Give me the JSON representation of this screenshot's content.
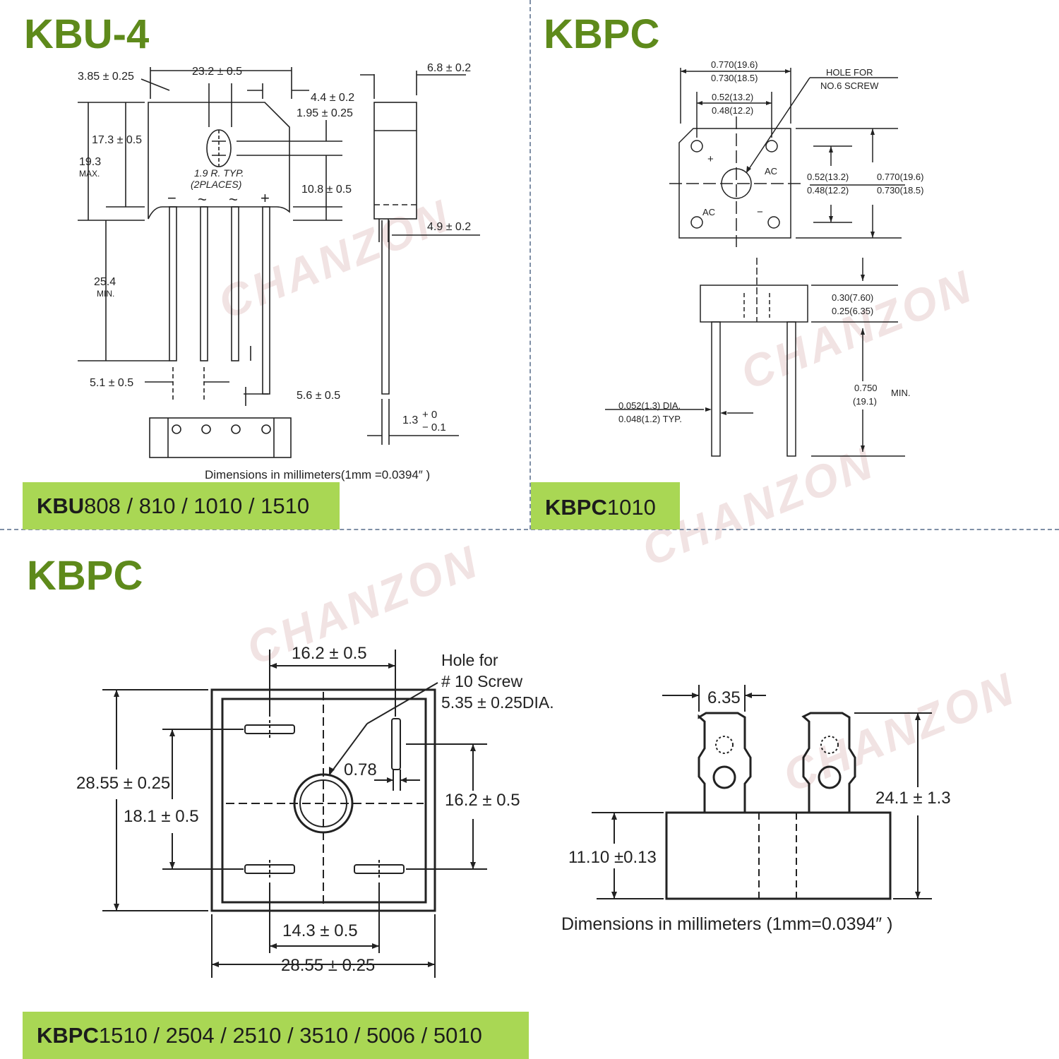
{
  "panels": {
    "kbu": {
      "title": "KBU-4",
      "banner_bold": "KBU",
      "banner_rest": "808 / 810 / 1010 / 1510",
      "dims": {
        "top_width": "23.2  ± 0.5",
        "left_offset": "3.85  ± 0.25",
        "hole_offset": "4.4  ± 0.2",
        "hole_pos": "1.95  ± 0.25",
        "height_17": "17.3  ± 0.5",
        "height_max_val": "19.3",
        "height_max_unit": "MAX.",
        "hole_radius": "1.9 R. TYP.",
        "hole_places": "(2PLACES)",
        "height_108": "10.8  ± 0.5",
        "thickness": "6.8  ± 0.2",
        "body_depth": "4.9  ± 0.2",
        "lead_len_val": "25.4",
        "lead_len_unit": "MIN.",
        "pitch": "5.1  ± 0.5",
        "pitch2": "5.6  ± 0.5",
        "lead_w": "1.3",
        "lead_w_plus": "+ 0",
        "lead_w_minus": "− 0.1",
        "pin_labels": [
          "−",
          "~",
          "~",
          "+"
        ],
        "note": "Dimensions in millimeters(1mm =0.0394″ )"
      }
    },
    "kbpc_small": {
      "title": "KBPC",
      "banner_bold": "KBPC",
      "banner_rest": "1010",
      "dims": {
        "w1_top": "0.770(19.6)",
        "w1_bot": "0.730(18.5)",
        "w2_top": "0.52(13.2)",
        "w2_bot": "0.48(12.2)",
        "hole1": "HOLE FOR",
        "hole2": "NO.6 SCREW",
        "h1_top": "0.52(13.2)",
        "h1_bot": "0.48(12.2)",
        "h2_top": "0.770(19.6)",
        "h2_bot": "0.730(18.5)",
        "plus": "+",
        "minus": "−",
        "ac1": "AC",
        "ac2": "AC",
        "t_top": "0.30(7.60)",
        "t_bot": "0.25(6.35)",
        "lead_top": "0.750",
        "lead_bot": "(19.1)",
        "lead_min": "MIN.",
        "dia_top": "0.052(1.3) DIA.",
        "dia_bot": "0.048(1.2) TYP."
      }
    },
    "kbpc_large": {
      "title": "KBPC",
      "banner_bold": "KBPC",
      "banner_rest": "1510 / 2504 / 2510 / 3510 / 5006 / 5010",
      "dims": {
        "top_w": "16.2  ±  0.5",
        "hole1": "Hole for",
        "hole2": "# 10 Screw",
        "hole3": "5.35  ± 0.25DIA.",
        "side_h": "28.55 ± 0.25",
        "inner_h": "18.1  ±  0.5",
        "tab_w": "0.78",
        "right_h": "16.2  ±  0.5",
        "bot_inner": "14.3  ±  0.5",
        "bot_outer": "28.55  ± 0.25",
        "tab_width": "6.35",
        "total_h": "24.1  ±  1.3",
        "body_h": "11.10 ±0.13",
        "note": "Dimensions in millimeters (1mm=0.0394″ )"
      }
    }
  },
  "watermark": "CHANZON"
}
